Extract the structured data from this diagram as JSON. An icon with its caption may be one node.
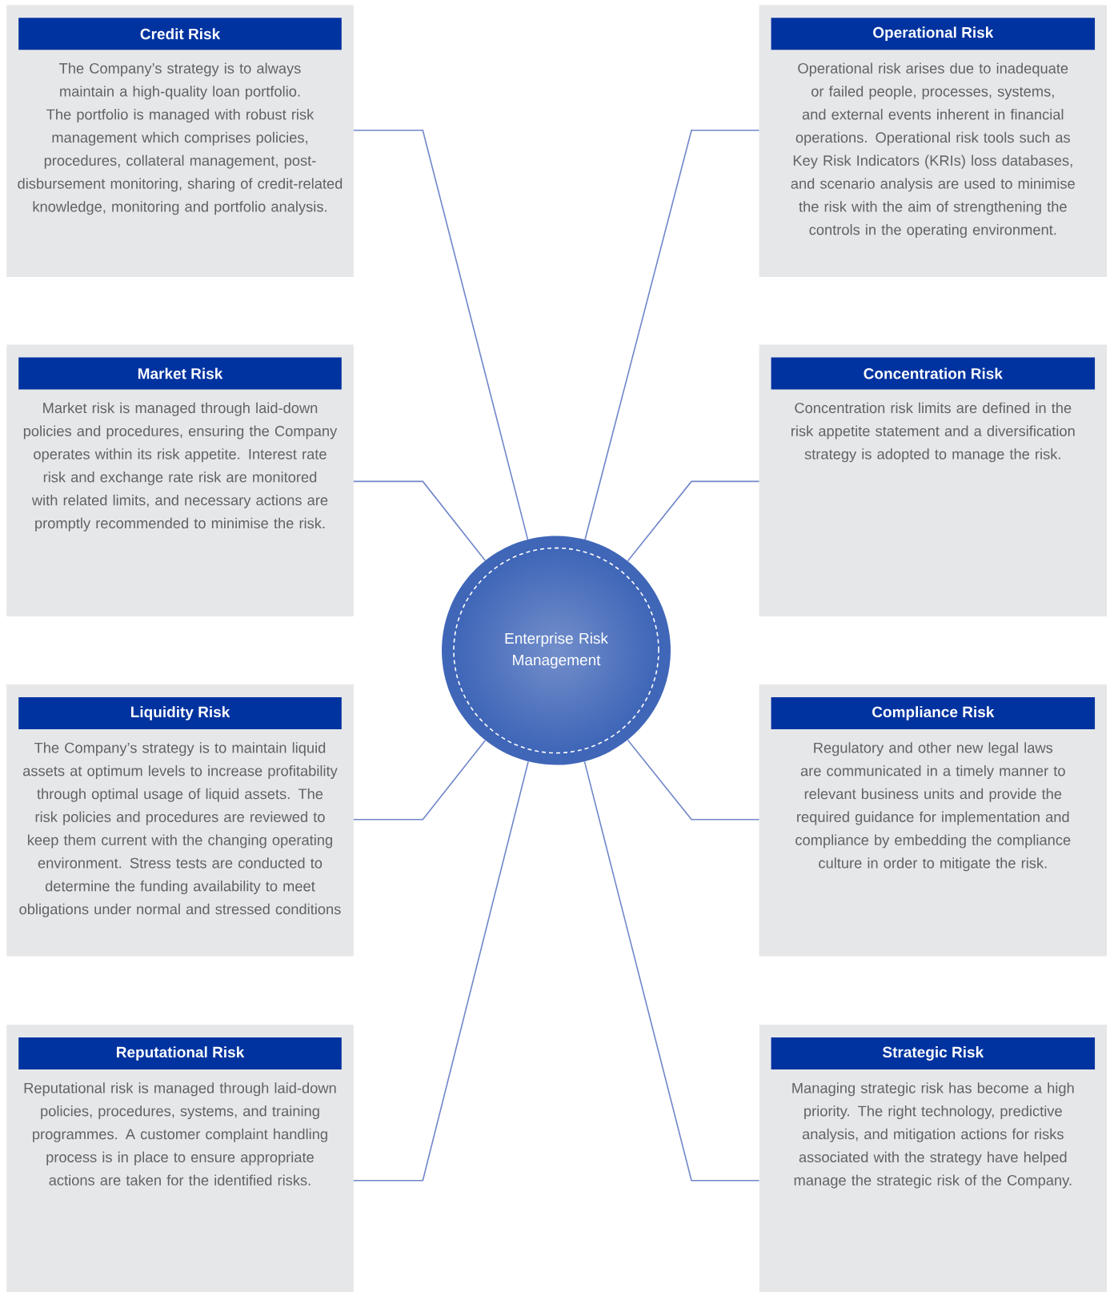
{
  "diagram": {
    "nodes": [
      {
        "text": [
          "Credit Risk",
          "The Company’s strategy is to always maintain a high-quality loan portfolio. The portfolio is managed with robust risk management which comprises policies, procedures, collateral management, post-disbursement monitoring, sharing of credit-related knowledge, monitoring and portfolio analysis."
        ]
      },
      {
        "text": [
          "Operational Risk",
          "Operational risk arises due to inadequate or failed people, processes, systems, and external events inherent in financial operations. Operational risk tools such as Key Risk Indicators (KRIs) loss databases, and scenario analysis are used to minimise the risk with the aim of strengthening the controls in the operating environment."
        ]
      },
      {
        "text": [
          "Market Risk",
          "Market risk is managed through laid-down policies and procedures, ensuring the Company operates within its risk appetite. Interest rate risk and exchange rate risk are monitored with related limits, and necessary actions are promptly recommended to minimise the risk."
        ]
      },
      {
        "text": [
          "Concentration Risk",
          "Concentration risk limits are defined in the risk appetite statement and a diversification strategy is adopted to manage the risk."
        ]
      },
      {
        "text": [
          "Enterprise Risk Management"
        ]
      },
      {
        "text": [
          "Liquidity Risk",
          "The Company’s strategy is to maintain liquid assets at optimum levels to increase profitability through optimal usage of liquid assets. The risk policies and procedures are reviewed to keep them current with the changing operating environment. Stress tests are conducted to determine the funding availability to meet obligations under normal and stressed conditions"
        ]
      },
      {
        "text": [
          "Compliance Risk",
          "Regulatory and other new legal laws are communicated in a timely manner to relevant business units and provide the required guidance for implementation and compliance by embedding the compliance culture in order to mitigate the risk."
        ]
      },
      {
        "text": [
          "Reputational Risk",
          "Reputational risk is managed through laid-down policies, procedures, systems, and training programmes. A customer complaint handling process is in place to ensure appropriate actions are taken for the identified risks."
        ]
      },
      {
        "text": [
          "Strategic Risk",
          "Managing strategic risk has become a high priority. The right technology, predictive analysis, and mitigation actions for risks associated with the strategy have helped manage the strategic risk of the Company."
        ]
      }
    ],
    "edges": [
      {
        "from": 4,
        "to": 0,
        "arrow": "none"
      },
      {
        "from": 4,
        "to": 1,
        "arrow": "none"
      },
      {
        "from": 4,
        "to": 2,
        "arrow": "none"
      },
      {
        "from": 4,
        "to": 3,
        "arrow": "none"
      },
      {
        "from": 4,
        "to": 5,
        "arrow": "none"
      },
      {
        "from": 4,
        "to": 6,
        "arrow": "none"
      },
      {
        "from": 4,
        "to": 7,
        "arrow": "none"
      },
      {
        "from": 4,
        "to": 8,
        "arrow": "none"
      }
    ]
  }
}
